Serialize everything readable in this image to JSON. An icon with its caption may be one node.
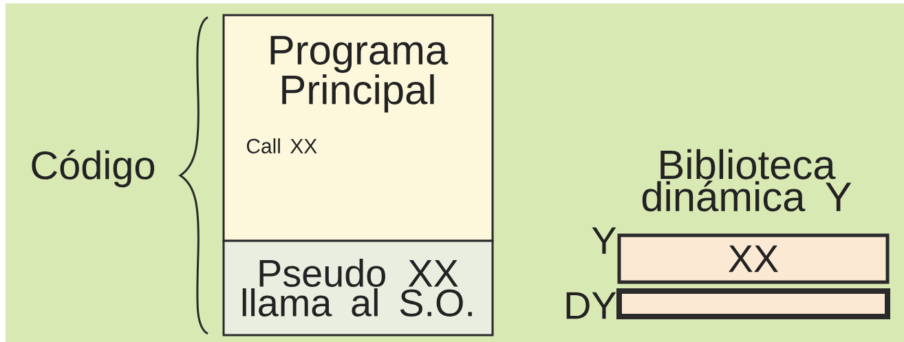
{
  "diagram": {
    "nodes": [
      {
        "text": [
          "Programa Principal",
          "Call XX"
        ]
      },
      {
        "text": [
          "Pseudo XX llama al S.O."
        ]
      },
      {
        "text": [
          "XX"
        ],
        "beside": [
          "Y"
        ]
      },
      {
        "text": [],
        "shape": "bar",
        "beside": [
          "DY"
        ]
      }
    ],
    "labels": [
      "Código",
      "Biblioteca dinámica Y"
    ]
  }
}
